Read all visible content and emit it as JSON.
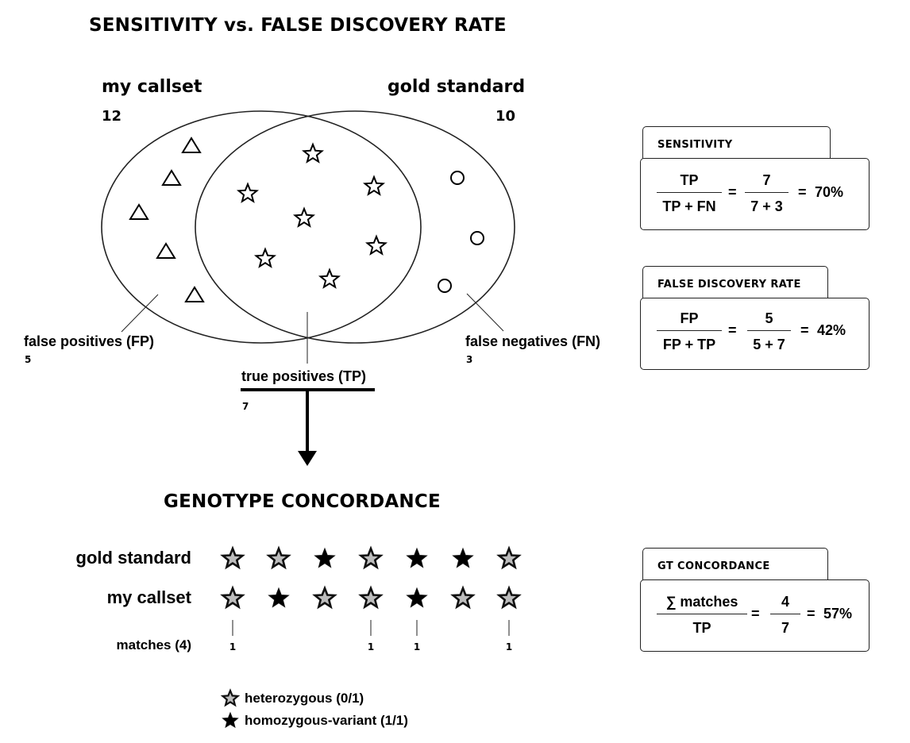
{
  "title": "SENSITIVITY vs. FALSE DISCOVERY RATE",
  "venn": {
    "left_set": {
      "label": "my callset",
      "count": "12"
    },
    "right_set": {
      "label": "gold standard",
      "count": "10"
    },
    "false_positives": {
      "label": "false positives (FP)",
      "count": "5",
      "symbol": "triangle-icon",
      "n_symbols": 5
    },
    "true_positives": {
      "label": "true positives (TP)",
      "count": "7",
      "symbol": "star-outline-icon",
      "n_symbols": 7
    },
    "false_negatives": {
      "label": "false negatives (FN)",
      "count": "3",
      "symbol": "circle-icon",
      "n_symbols": 3
    }
  },
  "cards": {
    "sensitivity": {
      "title": "SENSITIVITY",
      "num1": "TP",
      "den1": "TP + FN",
      "eq1": "=",
      "num2": "7",
      "den2": "7 + 3",
      "eq2": "=",
      "result": "70%"
    },
    "fdr": {
      "title": "FALSE DISCOVERY RATE",
      "num1": "FP",
      "den1": "FP + TP",
      "eq1": "=",
      "num2": "5",
      "den2": "5 + 7",
      "eq2": "=",
      "result": "42%"
    },
    "gt": {
      "title": "GT CONCORDANCE",
      "num1": "∑ matches",
      "den1": "TP",
      "eq1": "=",
      "num2": "4",
      "den2": "7",
      "eq2": "=",
      "result": "57%"
    }
  },
  "concordance": {
    "title": "GENOTYPE CONCORDANCE",
    "rows": [
      {
        "label": "gold standard",
        "genotypes": [
          "het",
          "het",
          "hom",
          "het",
          "hom",
          "hom",
          "het"
        ]
      },
      {
        "label": "my callset",
        "genotypes": [
          "het",
          "hom",
          "het",
          "het",
          "hom",
          "het",
          "het"
        ]
      }
    ],
    "matches_label": "matches (4)",
    "matches": [
      "1",
      "",
      "",
      "1",
      "1",
      "",
      "1"
    ]
  },
  "legend": [
    {
      "key": "het",
      "label": "heterozygous (0/1)",
      "icon": "star-grey-icon"
    },
    {
      "key": "hom",
      "label": "homozygous-variant (1/1)",
      "icon": "star-black-icon"
    }
  ],
  "colors": {
    "stroke": "#222222",
    "het_fill": "#bdbdbd",
    "hom_fill": "#000000",
    "background": "#ffffff"
  }
}
